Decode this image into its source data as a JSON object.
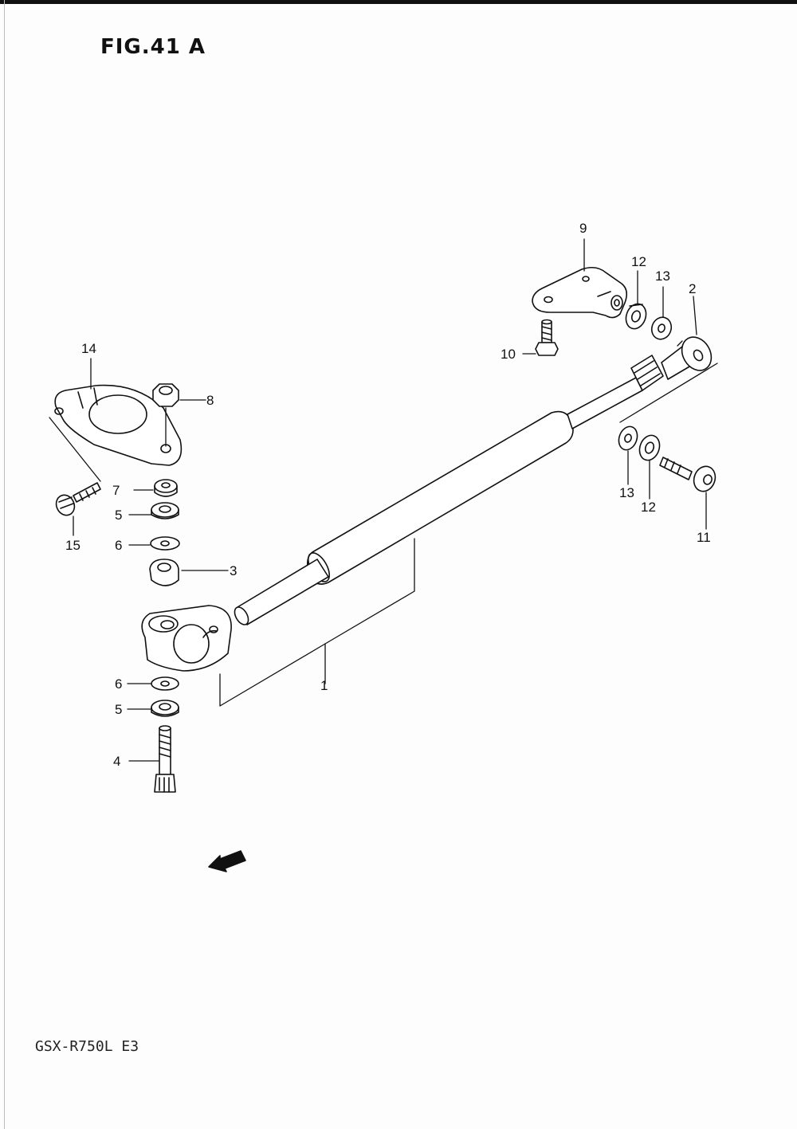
{
  "figure": {
    "title": "FIG.41 A",
    "model_code": "GSX-R750L E3",
    "fwd_label": "FWD"
  },
  "callouts": [
    "1",
    "2",
    "3",
    "4",
    "5",
    "5",
    "6",
    "6",
    "7",
    "8",
    "9",
    "10",
    "11",
    "12",
    "12",
    "13",
    "13",
    "14",
    "15"
  ],
  "colors": {
    "ink": "#111111",
    "paper": "#fdfdfd"
  }
}
